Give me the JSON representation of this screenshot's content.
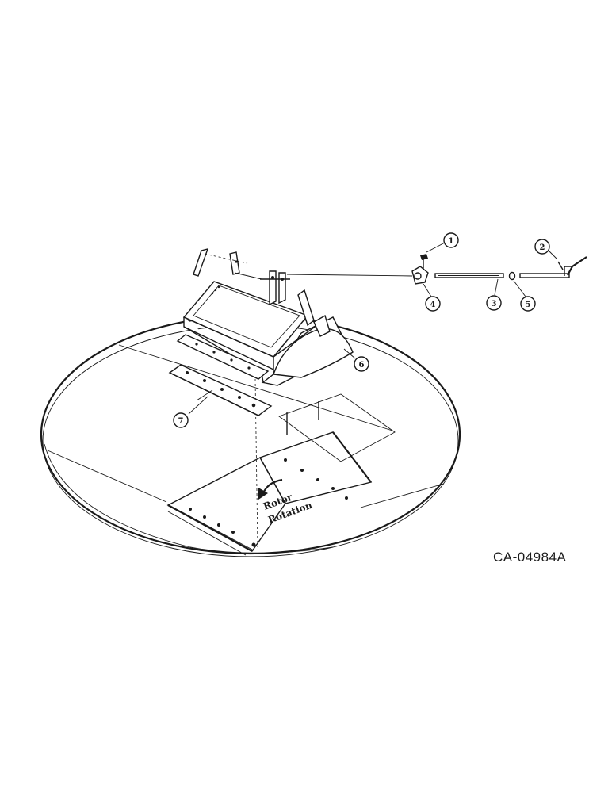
{
  "callouts": {
    "c1": "1",
    "c2": "2",
    "c3": "3",
    "c4": "4",
    "c5": "5",
    "c6": "6",
    "c7": "7"
  },
  "rotor_label": {
    "line1": "Rotor",
    "line2": "Rotation"
  },
  "figure_code": "CA-04984A"
}
